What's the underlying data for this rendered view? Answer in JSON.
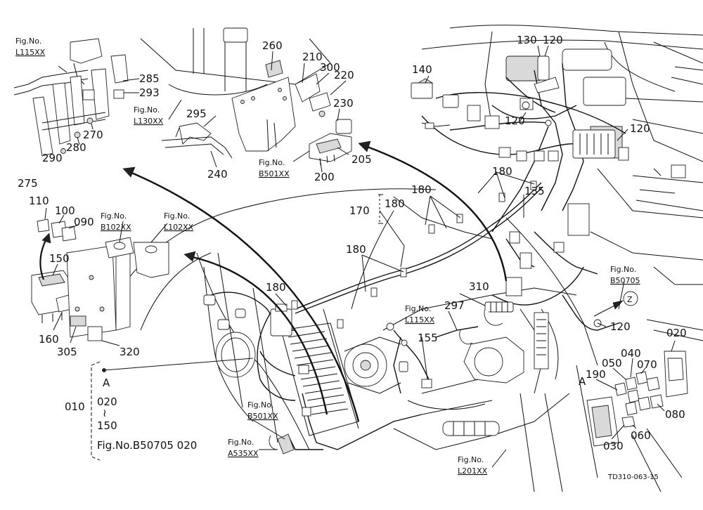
{
  "figure_refs": [
    {
      "top": "Fig.No.",
      "bottom": "L115XX"
    },
    {
      "top": "Fig.No.",
      "bottom": "L130XX"
    },
    {
      "top": "Fig.No.",
      "bottom": "B501XX"
    },
    {
      "top": "Fig.No.",
      "bottom": "B102XX"
    },
    {
      "top": "Fig.No.",
      "bottom": "L102XX"
    },
    {
      "top": "Fig.No.",
      "bottom": "B50705"
    },
    {
      "top": "Fig.No.",
      "bottom": "L115XX"
    },
    {
      "top": "Fig.No.",
      "bottom": "B501XX"
    },
    {
      "top": "Fig.No.",
      "bottom": "A535XX"
    },
    {
      "top": "Fig.No.",
      "bottom": "L201XX"
    }
  ],
  "part_labels": [
    "260",
    "210",
    "300",
    "220",
    "285",
    "293",
    "230",
    "270",
    "280",
    "290",
    "295",
    "240",
    "205",
    "200",
    "275",
    "140",
    "130",
    "120",
    "120",
    "120",
    "180",
    "180",
    "170",
    "180",
    "135",
    "110",
    "100",
    "090",
    "150",
    "180",
    "160",
    "305",
    "320",
    "180",
    "310",
    "297",
    "155",
    "120",
    "020",
    "040",
    "050",
    "070",
    "190",
    "080",
    "060",
    "030"
  ],
  "legend": {
    "marker": "A",
    "line1": "020",
    "approx": "≀",
    "line2": "150",
    "range_code": "010",
    "fig_text": "Fig.No.B50705  020"
  },
  "callout_A": "A",
  "callout_Z": "Z",
  "drawing_code": "TD310-063-15"
}
